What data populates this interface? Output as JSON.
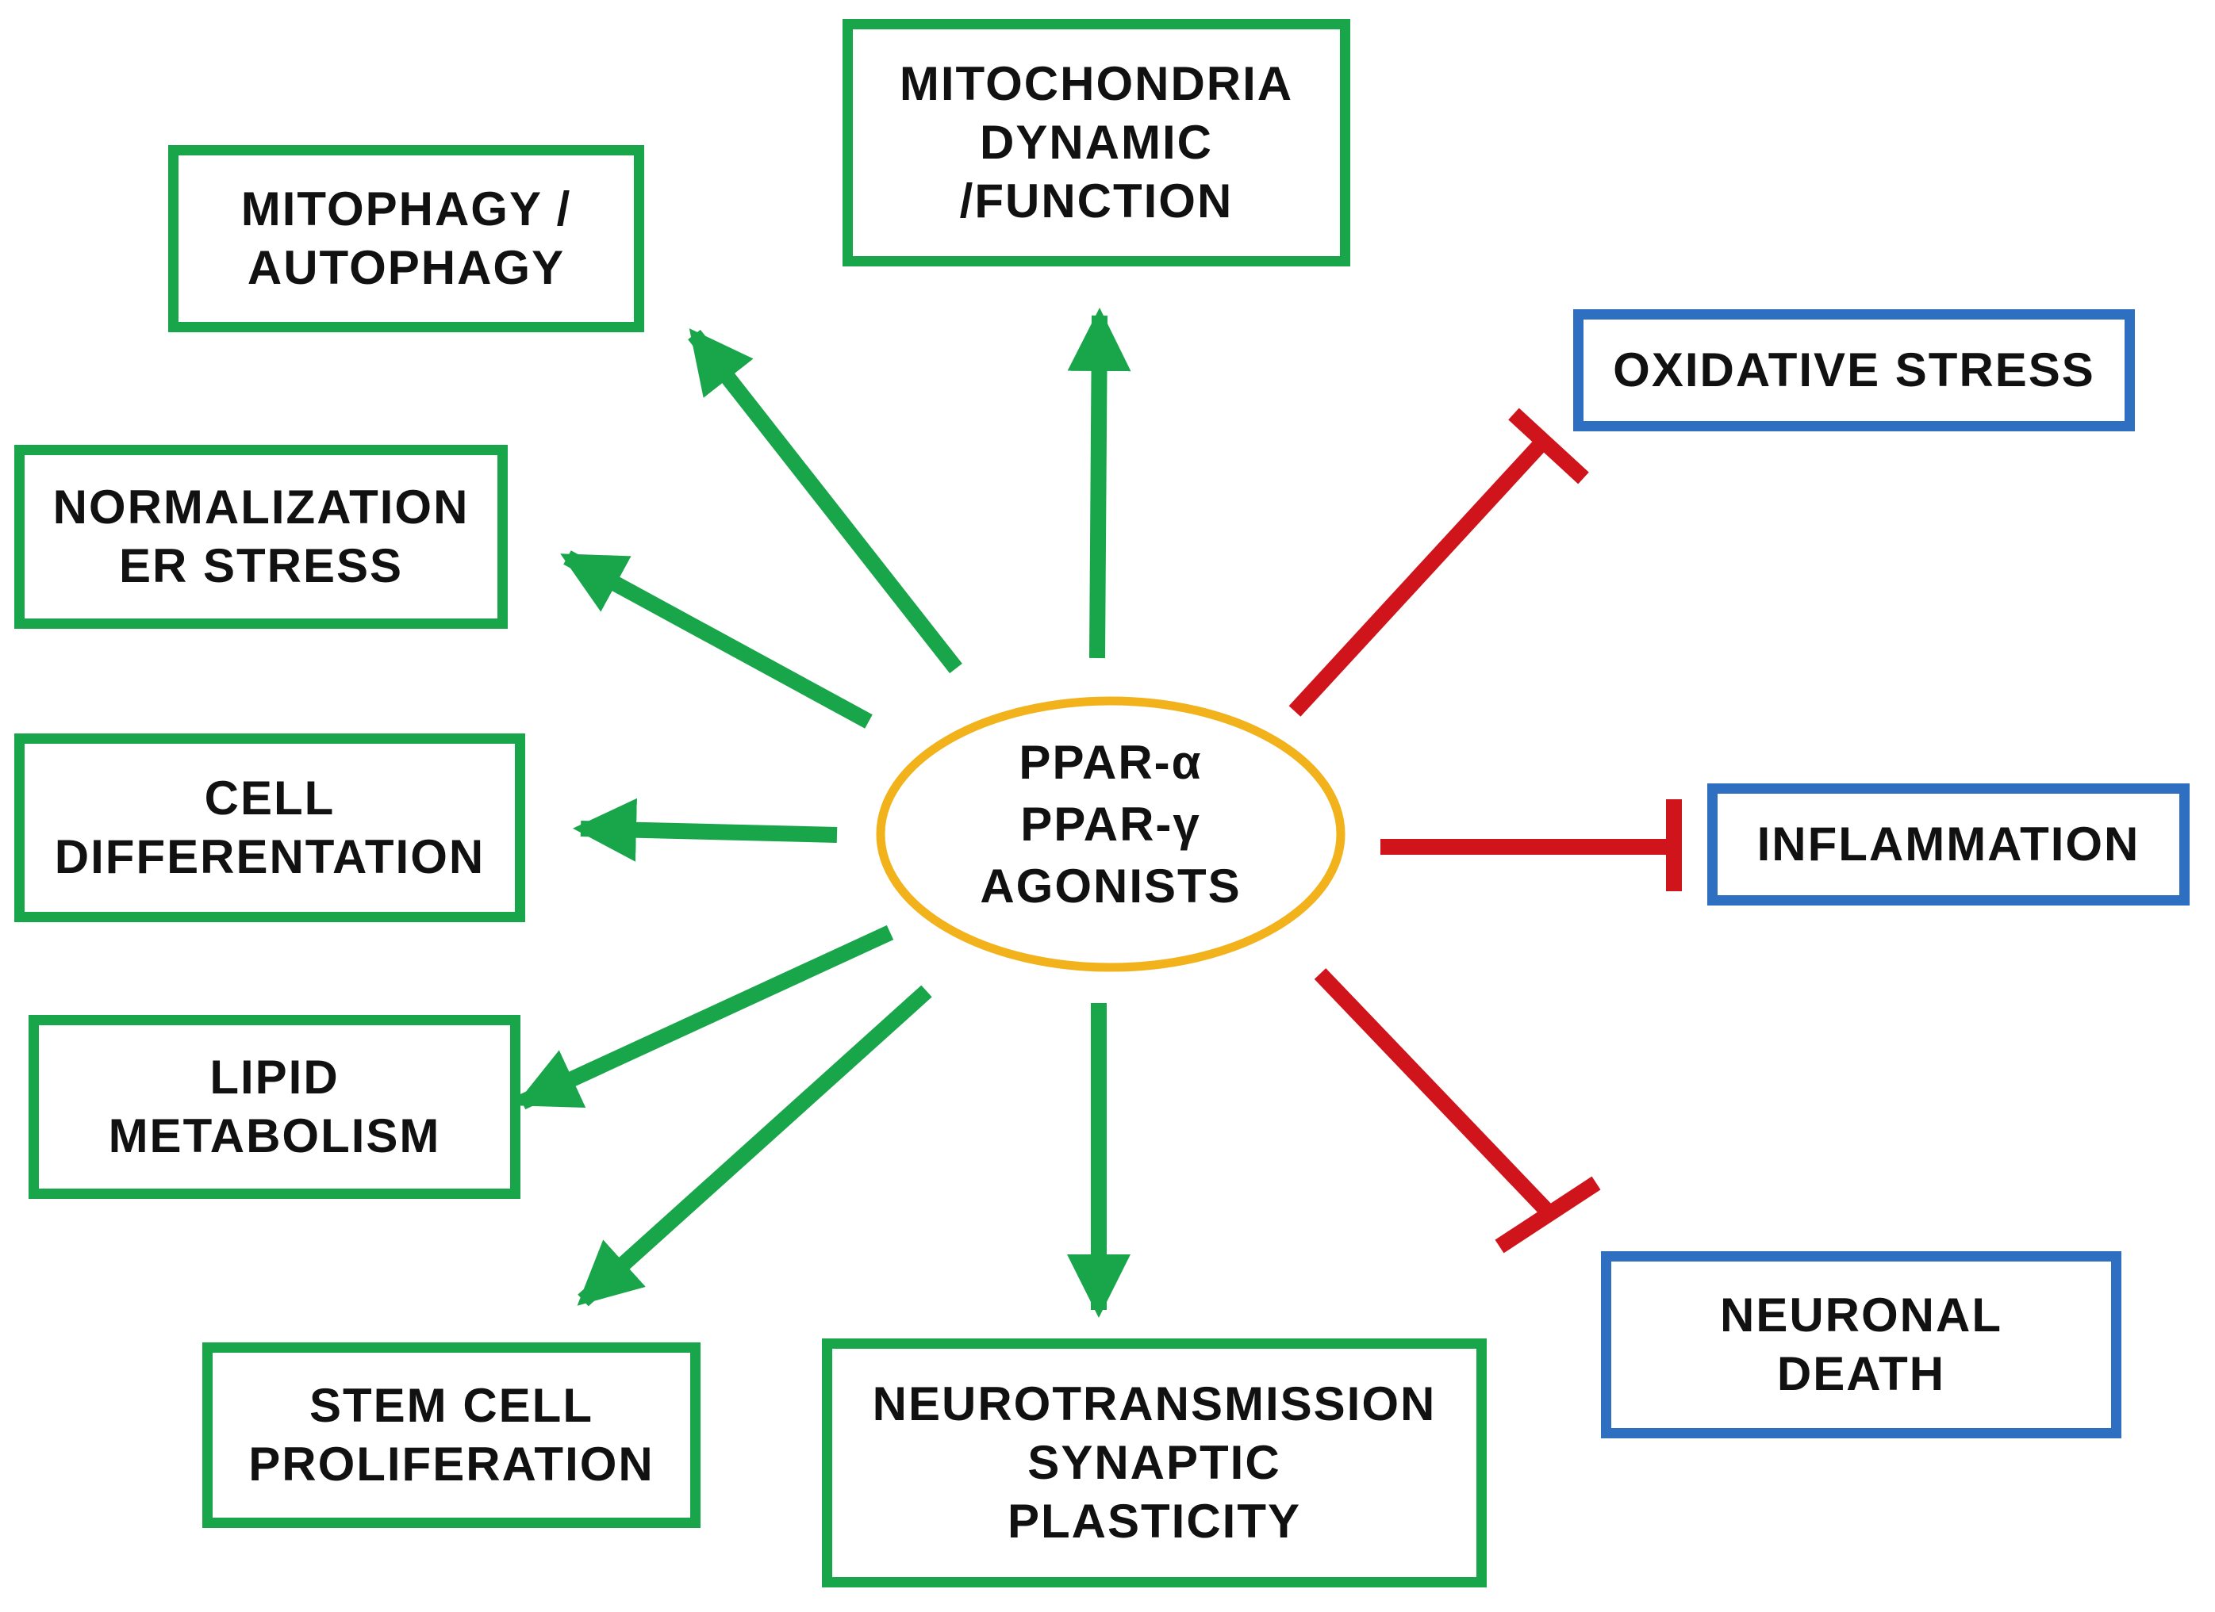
{
  "colors": {
    "promoted": "#19a64a",
    "inhibited_border": "#2f6fc1",
    "inhibition_line": "#d0141b",
    "center_outline": "#f2b21b",
    "text": "#111111"
  },
  "center": {
    "label": "PPAR-α\nPPAR-γ\nAGONISTS"
  },
  "promoted_effects": [
    {
      "id": "mitochondria",
      "label": "MITOCHONDRIA\nDYNAMIC\n/FUNCTION"
    },
    {
      "id": "mitophagy",
      "label": "MITOPHAGY /\nAUTOPHAGY"
    },
    {
      "id": "er-stress",
      "label": "NORMALIZATION\nER STRESS"
    },
    {
      "id": "cell-differentiation",
      "label": "CELL\nDIFFERENTATION"
    },
    {
      "id": "lipid-metabolism",
      "label": "LIPID\nMETABOLISM"
    },
    {
      "id": "stem-cell",
      "label": "STEM CELL\nPROLIFERATION"
    },
    {
      "id": "neurotransmission",
      "label": "NEUROTRANSMISSION\nSYNAPTIC\nPLASTICITY"
    }
  ],
  "inhibited_effects": [
    {
      "id": "oxidative-stress",
      "label": "OXIDATIVE STRESS"
    },
    {
      "id": "inflammation",
      "label": "INFLAMMATION"
    },
    {
      "id": "neuronal-death",
      "label": "NEURONAL\nDEATH"
    }
  ]
}
